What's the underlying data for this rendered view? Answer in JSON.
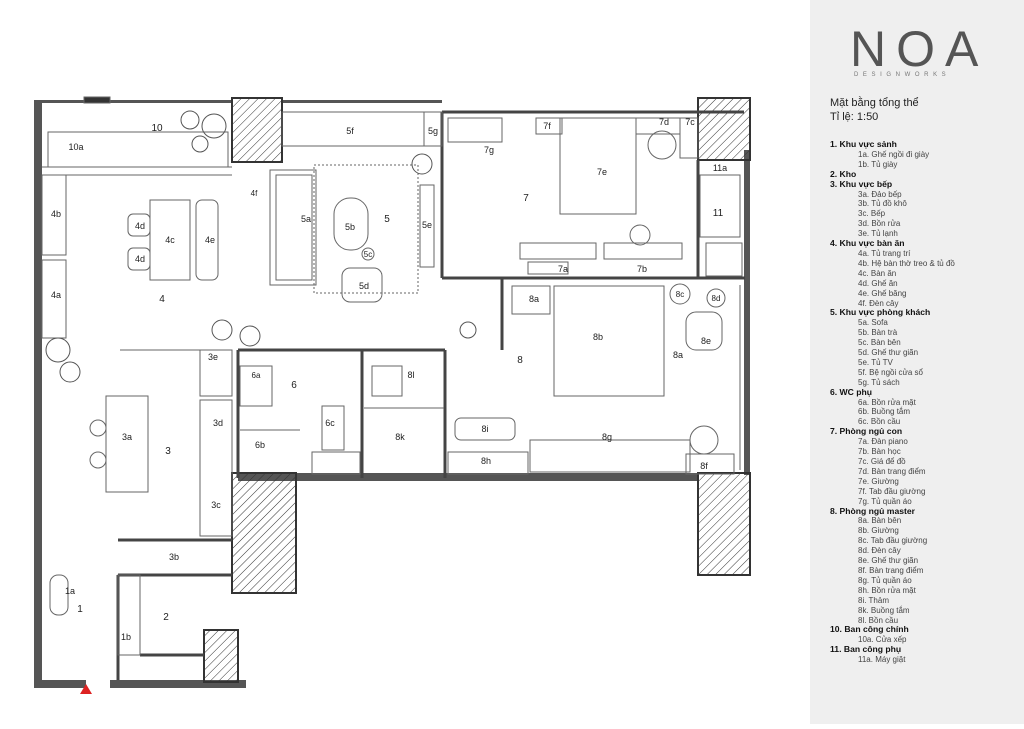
{
  "brand": {
    "name": "NOA",
    "sub": "DESIGNWORKS"
  },
  "legend": {
    "title": "Mặt bằng tổng thể",
    "scale": "Tỉ lệ: 1:50",
    "sections": [
      {
        "label": "1. Khu vực sảnh",
        "items": [
          "1a. Ghế ngồi đi giày",
          "1b. Tủ giày"
        ]
      },
      {
        "label": "2. Kho",
        "items": []
      },
      {
        "label": "3. Khu vực bếp",
        "items": [
          "3a. Đảo bếp",
          "3b. Tủ đồ khô",
          "3c. Bếp",
          "3d. Bồn rửa",
          "3e. Tủ lạnh"
        ]
      },
      {
        "label": "4. Khu vực bàn ăn",
        "items": [
          "4a. Tủ trang trí",
          "4b. Hệ bàn thờ treo & tủ đồ",
          "4c. Bàn ăn",
          "4d. Ghế ăn",
          "4e. Ghế băng",
          "4f. Đèn cây"
        ]
      },
      {
        "label": "5. Khu vực phòng khách",
        "items": [
          "5a. Sofa",
          "5b. Bàn trà",
          "5c. Bàn bên",
          "5d. Ghế thư giãn",
          "5e. Tủ TV",
          "5f. Bệ ngồi cửa sổ",
          "5g. Tủ sách"
        ]
      },
      {
        "label": "6. WC phụ",
        "items": [
          "6a. Bồn rửa mặt",
          "6b. Buồng tắm",
          "6c. Bồn cầu"
        ]
      },
      {
        "label": "7. Phòng ngủ con",
        "items": [
          "7a. Đàn piano",
          "7b. Bàn học",
          "7c. Giá để đồ",
          "7d. Bàn trang điểm",
          "7e. Giường",
          "7f. Tab đầu giường",
          "7g. Tủ quần áo"
        ]
      },
      {
        "label": "8. Phòng ngủ master",
        "items": [
          "8a. Bàn bên",
          "8b. Giường",
          "8c. Tab đầu giường",
          "8d. Đèn cây",
          "8e. Ghế thư giãn",
          "8f. Bàn trang điểm",
          "8g. Tủ quần áo",
          "8h. Bồn rửa mặt",
          "8i. Thảm",
          "8k. Buồng tắm",
          "8l. Bồn cầu"
        ]
      },
      {
        "label": "10. Ban công chính",
        "items": [
          "10a. Cửa xếp"
        ]
      },
      {
        "label": "11. Ban công phụ",
        "items": [
          "11a. Máy giặt"
        ]
      }
    ]
  },
  "plan": {
    "labels": {
      "r1": "1",
      "r1a": "1a",
      "r1b": "1b",
      "r2": "2",
      "r3": "3",
      "r3a": "3a",
      "r3b": "3b",
      "r3c": "3c",
      "r3d": "3d",
      "r3e": "3e",
      "r4": "4",
      "r4a": "4a",
      "r4b": "4b",
      "r4c": "4c",
      "r4d1": "4d",
      "r4d2": "4d",
      "r4e": "4e",
      "r4f": "4f",
      "r5": "5",
      "r5a": "5a",
      "r5b": "5b",
      "r5c": "5c",
      "r5d": "5d",
      "r5e": "5e",
      "r5f": "5f",
      "r5g": "5g",
      "r6": "6",
      "r6a": "6a",
      "r6b": "6b",
      "r6c": "6c",
      "r7": "7",
      "r7a": "7a",
      "r7b": "7b",
      "r7c": "7c",
      "r7d": "7d",
      "r7e": "7e",
      "r7f": "7f",
      "r7g": "7g",
      "r8": "8",
      "r8a": "8a",
      "r8a2": "8a",
      "r8b": "8b",
      "r8c": "8c",
      "r8d": "8d",
      "r8e": "8e",
      "r8f": "8f",
      "r8g": "8g",
      "r8h": "8h",
      "r8i": "8i",
      "r8k": "8k",
      "r8l": "8l",
      "r10": "10",
      "r10a": "10a",
      "r11": "11",
      "r11a": "11a"
    }
  }
}
